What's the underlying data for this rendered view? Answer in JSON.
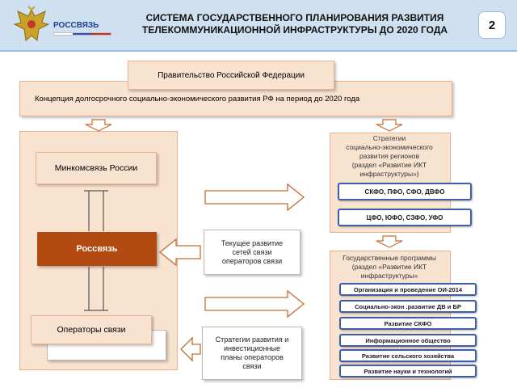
{
  "header": {
    "brand": "РОССВЯЗЬ",
    "title_line1": "СИСТЕМА ГОСУДАРСТВЕННОГО ПЛАНИРОВАНИЯ РАЗВИТИЯ",
    "title_line2": "ТЕЛЕКОММУНИКАЦИОННОЙ ИНФРАСТРУКТУРЫ ДО 2020 ГОДА",
    "page_number": "2"
  },
  "government": "Правительство Российской Федерации",
  "concept": "Концепция долгосрочного социально-экономического развития РФ на период до 2020 года",
  "left": {
    "ministry": "Минкомсвязь России",
    "rossvyaz": "Россвязь",
    "operators": "Операторы связи"
  },
  "regions": {
    "label": [
      "Стратегии",
      "социально-экономического",
      "развития регионов",
      "(раздел «Развитие ИКТ",
      "инфраструктуры»)"
    ],
    "districts": [
      "СКФО, ПФО, СФО, ДВФО",
      "ЦФО, ЮФО, СЗФО, УФО"
    ]
  },
  "programs": {
    "label": [
      "Государственные программы",
      "(раздел «Развитие ИКТ",
      "инфраструктуры»"
    ],
    "items": [
      "Организация и проведение ОИ-2014",
      "Социально-экон .развитие ДВ и БР",
      "Развитие СКФО",
      "Информационное общество",
      "Развитие сельского хозяйства",
      "Развитие науки и технологий"
    ]
  },
  "middle": {
    "current": [
      "Текущее развитие",
      "сетей связи",
      "операторов связи"
    ],
    "strategies": [
      "Стратегии развития и",
      "инвестиционные",
      "планы операторов",
      "связи"
    ]
  },
  "colors": {
    "header_bg": "#cfe0f1",
    "peach": "#f8e2d0",
    "rossvyaz": "#b34a12",
    "pill_border": "#3e5fa8"
  }
}
